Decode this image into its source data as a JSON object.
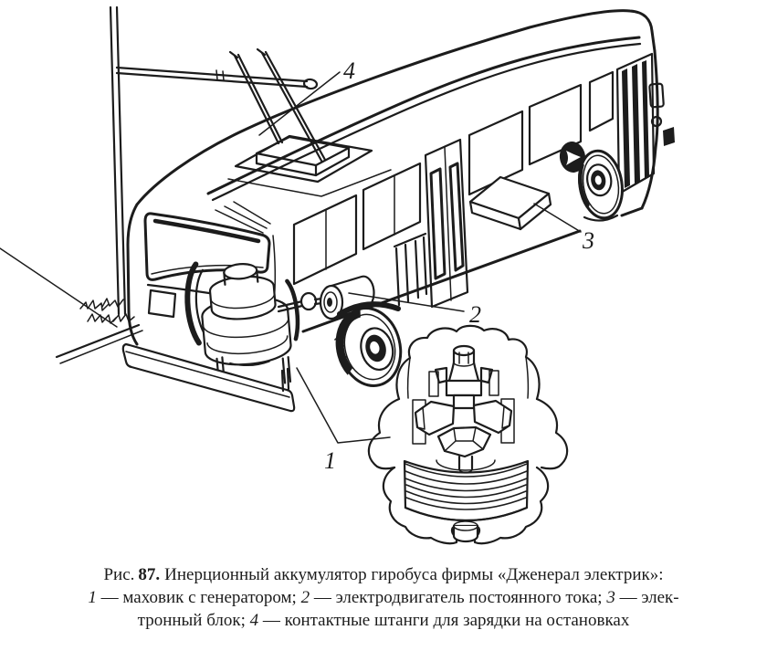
{
  "colors": {
    "ink": "#1c1c1c",
    "paper": "#ffffff"
  },
  "figure": {
    "labels": {
      "l1": "1",
      "l2": "2",
      "l3": "3",
      "l4": "4"
    },
    "icons": {
      "bus_emblem": "three-blade-propeller-logo"
    }
  },
  "caption": {
    "line1": {
      "word": "Рис.",
      "number": "87.",
      "title": "Инерционный аккумулятор гиробуса фирмы «Дженерал электрик»:"
    },
    "line2": {
      "n1": "1",
      "t1": " — маховик с генератором; ",
      "n2": "2",
      "t2": " — электродвигатель постоянного тока; ",
      "n3": "3",
      "t3": " — элек-"
    },
    "line3": {
      "t0": "тронный блок; ",
      "n4": "4",
      "t4": " — контактные штанги для зарядки на остановках"
    }
  }
}
